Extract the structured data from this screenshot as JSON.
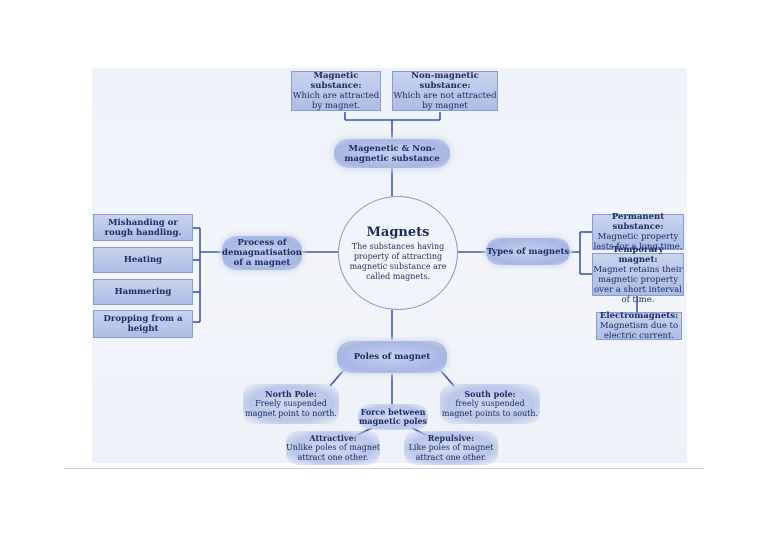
{
  "center": {
    "title": "Magnets",
    "description": "The substances having property of attracting magnetic substance are called magnets."
  },
  "top": {
    "magnetic_title": "Magnetic substance:",
    "magnetic_text": "Which are attracted by magnet.",
    "nonmagnetic_title": "Non-magnetic substance:",
    "nonmagnetic_text": "Which are not attracted by magnet",
    "hub": "Magenetic & Non-magnetic substance"
  },
  "left": {
    "hub": "Process of demagnatisation of a magnet",
    "items": [
      "Mishanding or rough handling.",
      "Heating",
      "Hammering",
      "Dropping from a height"
    ]
  },
  "right": {
    "hub": "Types of magnets",
    "permanent_title": "Permanent substance:",
    "permanent_text": "Magnetic property lasts for a long time.",
    "temporary_title": "Temporary magnet:",
    "temporary_text": "Magnet retains their magnetic property over a short interval of time.",
    "electro_title": "Electromagnets:",
    "electro_text": "Magnetism due to electric current."
  },
  "bottom": {
    "hub": "Poles of magnet",
    "north_title": "North Pole:",
    "north_text": "Freely suspended magnet point to north.",
    "south_title": "South pole:",
    "south_text": "freely suspended magnet points to south.",
    "force": "Force between magnetic poles",
    "attractive_title": "Attractive:",
    "attractive_text": "Unlike poles of magnet attract one other.",
    "repulsive_title": "Repulsive:",
    "repulsive_text": "Like poles of magnet attract one other."
  },
  "colors": {
    "line": "#3f56a8",
    "box": "#b4c2e8",
    "text": "#1a2b66"
  }
}
